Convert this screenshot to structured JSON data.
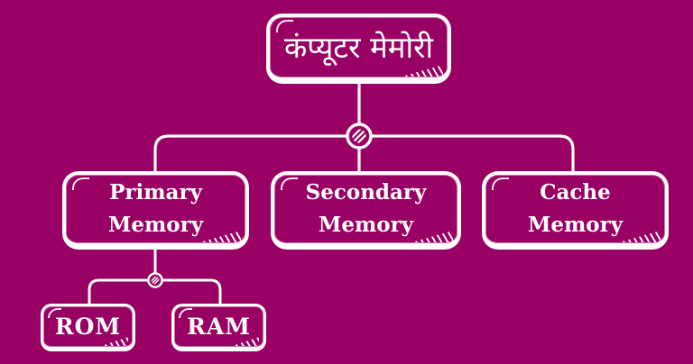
{
  "colors": {
    "background": "#990063",
    "line": "#ffffff",
    "text": "#ffffff"
  },
  "diagram": {
    "type": "flowchart-tree",
    "title_box": {
      "label": "कंप्यूटर मेमोरी"
    },
    "level2": [
      {
        "line1": "Primary",
        "line2": "Memory"
      },
      {
        "line1": "Secondary",
        "line2": "Memory"
      },
      {
        "line1": "Cache",
        "line2": "Memory"
      }
    ],
    "level3": [
      {
        "label": "ROM"
      },
      {
        "label": "RAM"
      }
    ]
  }
}
